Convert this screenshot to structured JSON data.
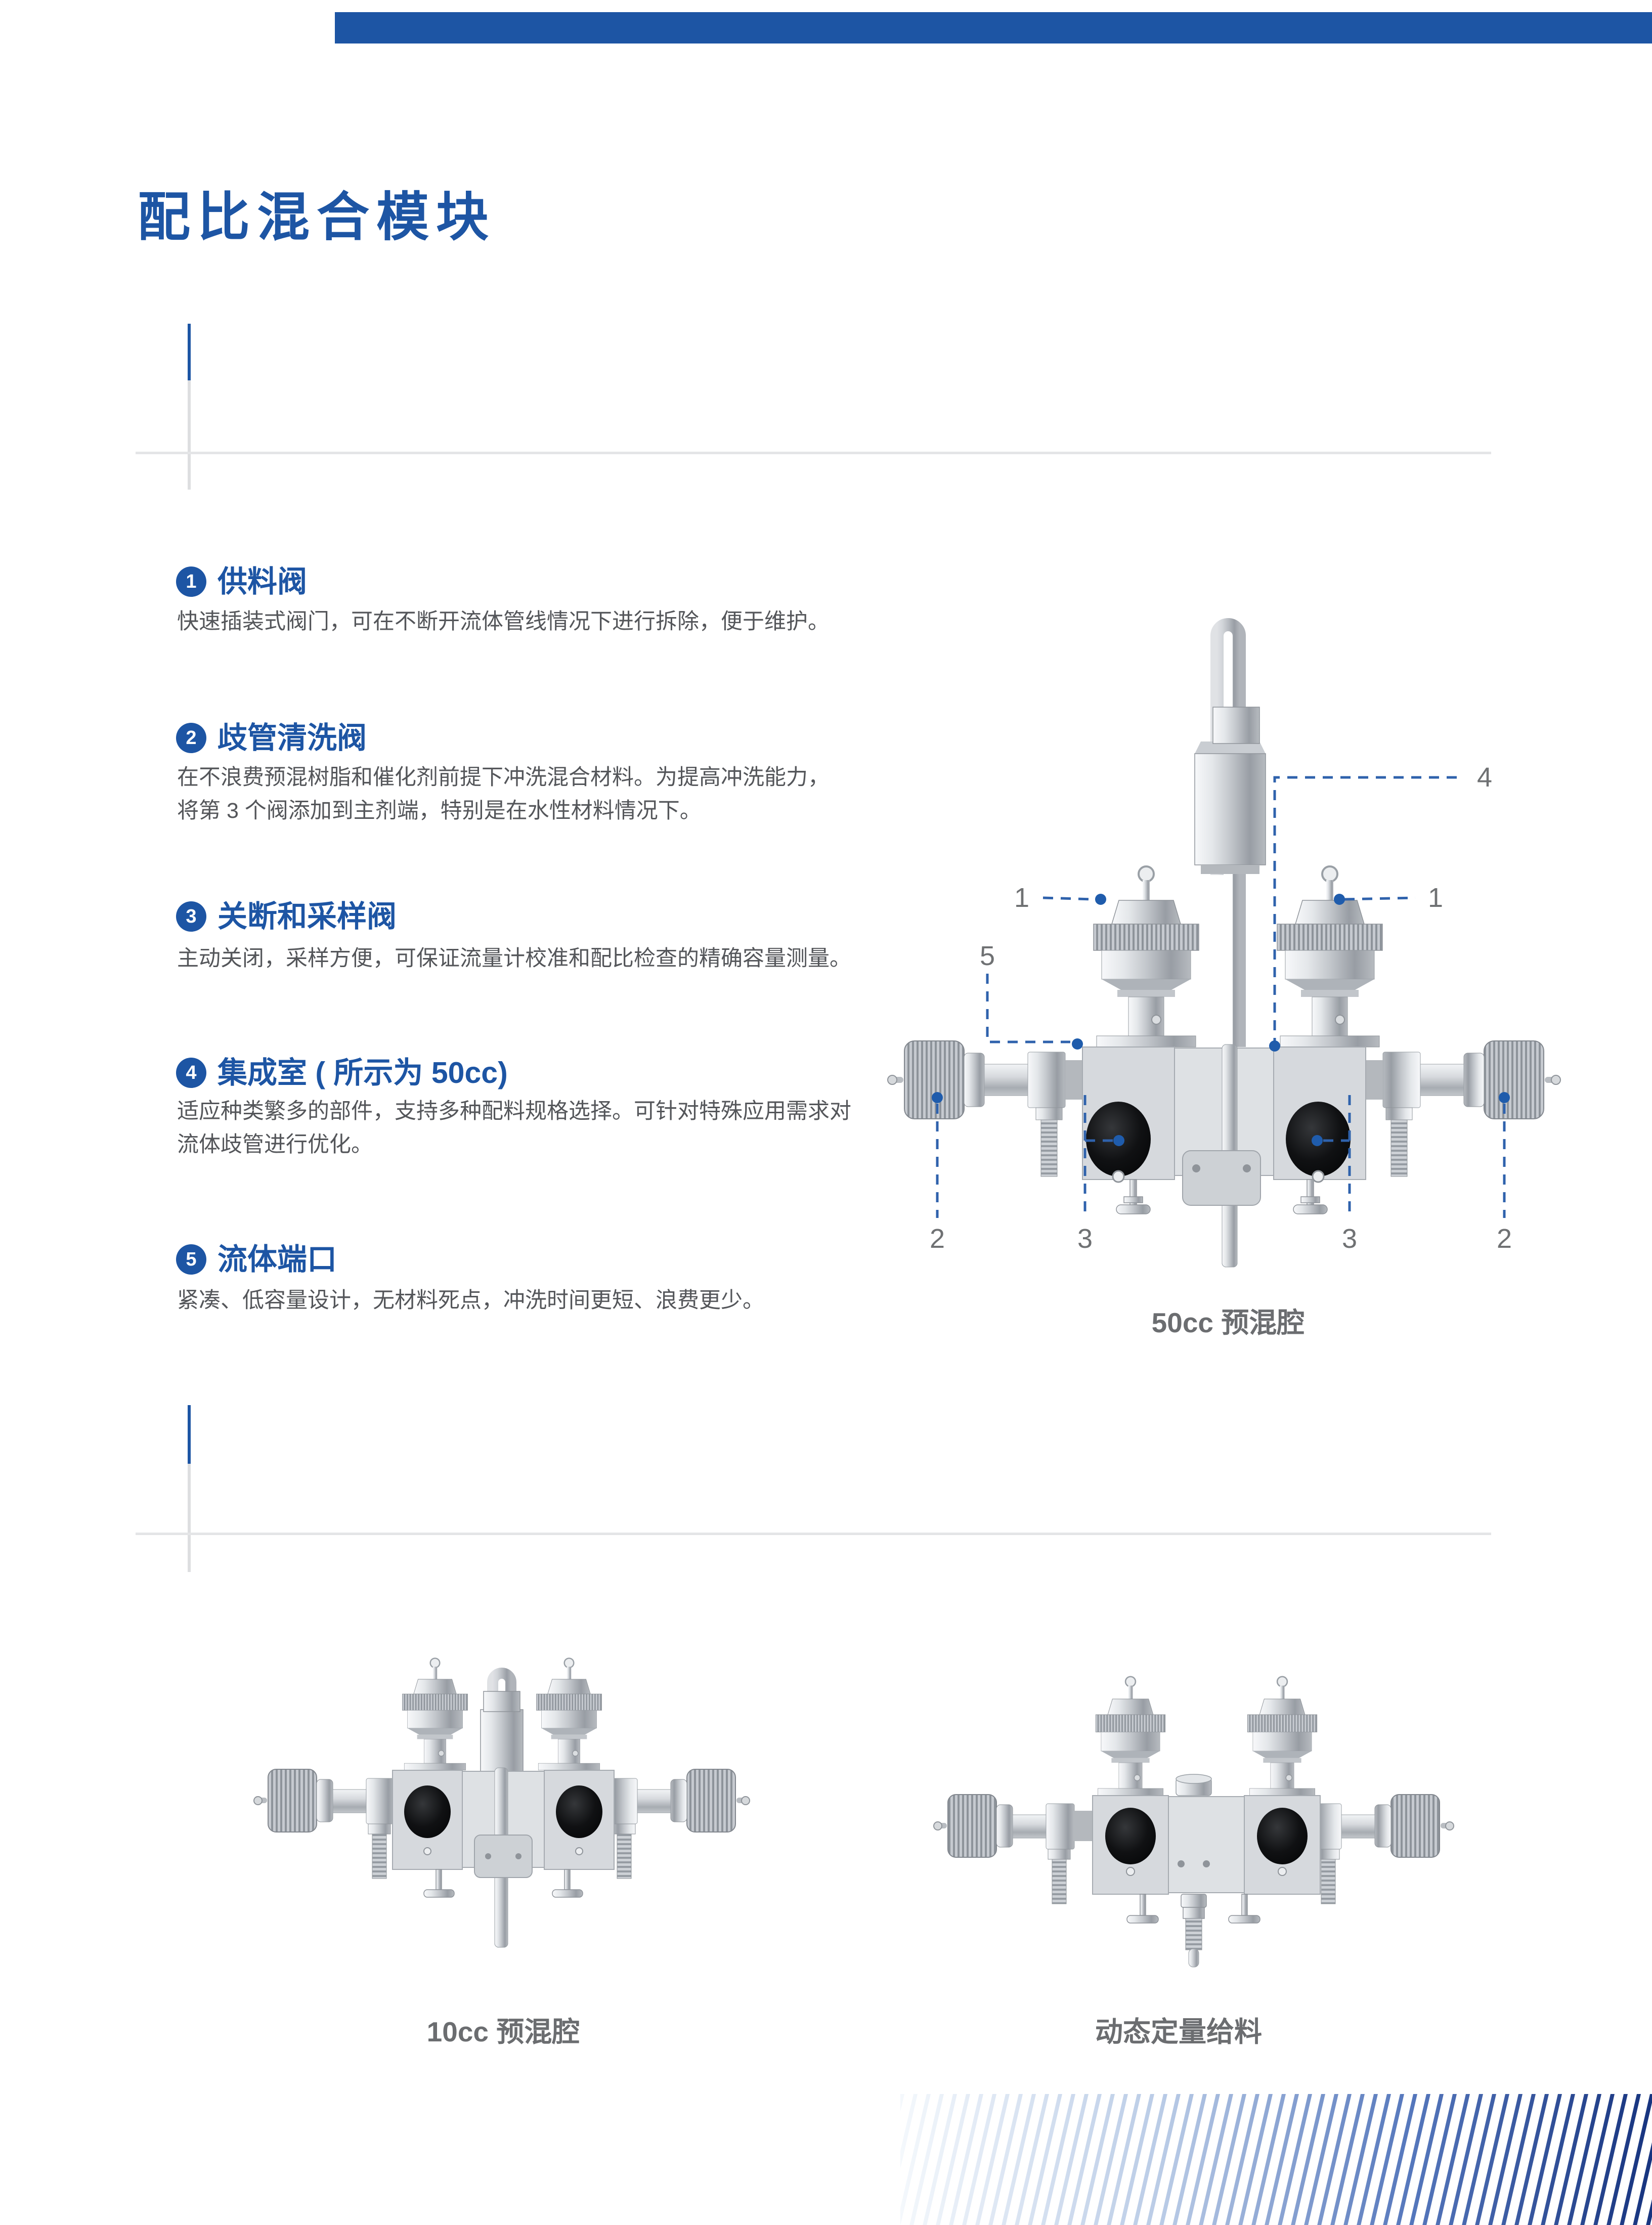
{
  "page": {
    "title": "配比混合模块"
  },
  "colors": {
    "accent": "#1D55A4",
    "body_text": "#54565A",
    "caption_gray": "#6B6D70",
    "callout_gray": "#6F7173",
    "dash_blue": "#2F62AC",
    "stripe_dark": "#17347F"
  },
  "sections": [
    {
      "num": "1",
      "heading": "供料阀",
      "body": [
        "快速插装式阀门，可在不断开流体管线情况下进行拆除，便于维护。"
      ]
    },
    {
      "num": "2",
      "heading": "歧管清洗阀",
      "body": [
        "在不浪费预混树脂和催化剂前提下冲洗混合材料。为提高冲洗能力，",
        "将第 3 个阀添加到主剂端，特别是在水性材料情况下。"
      ]
    },
    {
      "num": "3",
      "heading": "关断和采样阀",
      "body": [
        "主动关闭，采样方便，可保证流量计校准和配比检查的精确容量测量。"
      ]
    },
    {
      "num": "4",
      "heading": "集成室 ( 所示为 50cc)",
      "body": [
        "适应种类繁多的部件，支持多种配料规格选择。可针对特殊应用需求对",
        "流体歧管进行优化。"
      ]
    },
    {
      "num": "5",
      "heading": "流体端口",
      "body": [
        "紧凑、低容量设计，无材料死点，冲洗时间更短、浪费更少。"
      ]
    }
  ],
  "figures": {
    "main": {
      "caption": "50cc 预混腔",
      "callouts": {
        "n1_left": "1",
        "n1_right": "1",
        "n2_left": "2",
        "n2_right": "2",
        "n3_left": "3",
        "n3_right": "3",
        "n4": "4",
        "n5": "5"
      }
    },
    "small_left": {
      "caption": "10cc 预混腔"
    },
    "small_right": {
      "caption": "动态定量给料"
    }
  }
}
